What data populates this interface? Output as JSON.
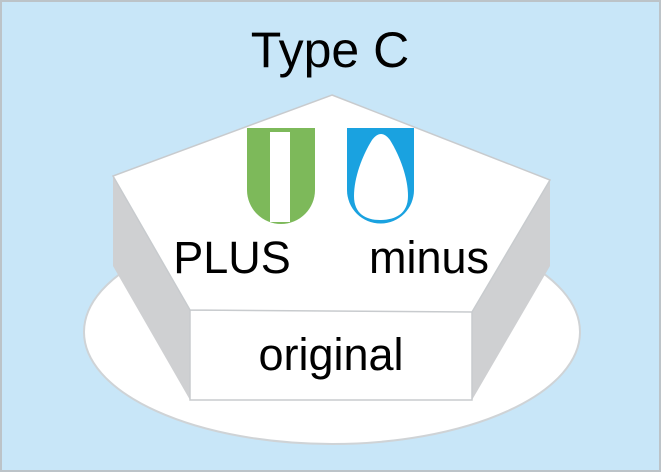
{
  "diagram": {
    "title": "Type C",
    "labels": {
      "plus": "PLUS",
      "minus": "minus",
      "original": "original"
    }
  },
  "colors": {
    "background": "#c8e6f8",
    "border": "#bcc3c8",
    "base_disc": "#ffffff",
    "base_outline": "#cfd3d6",
    "pentagon_top": "#ffffff",
    "pentagon_outline": "#c8cbce",
    "side_face": "#cfd0d2",
    "plus_icon": "#7db95a",
    "minus_icon": "#1aa2e0"
  },
  "icons": {
    "plus": "plus-u-shape-icon",
    "minus": "minus-drop-shape-icon"
  }
}
